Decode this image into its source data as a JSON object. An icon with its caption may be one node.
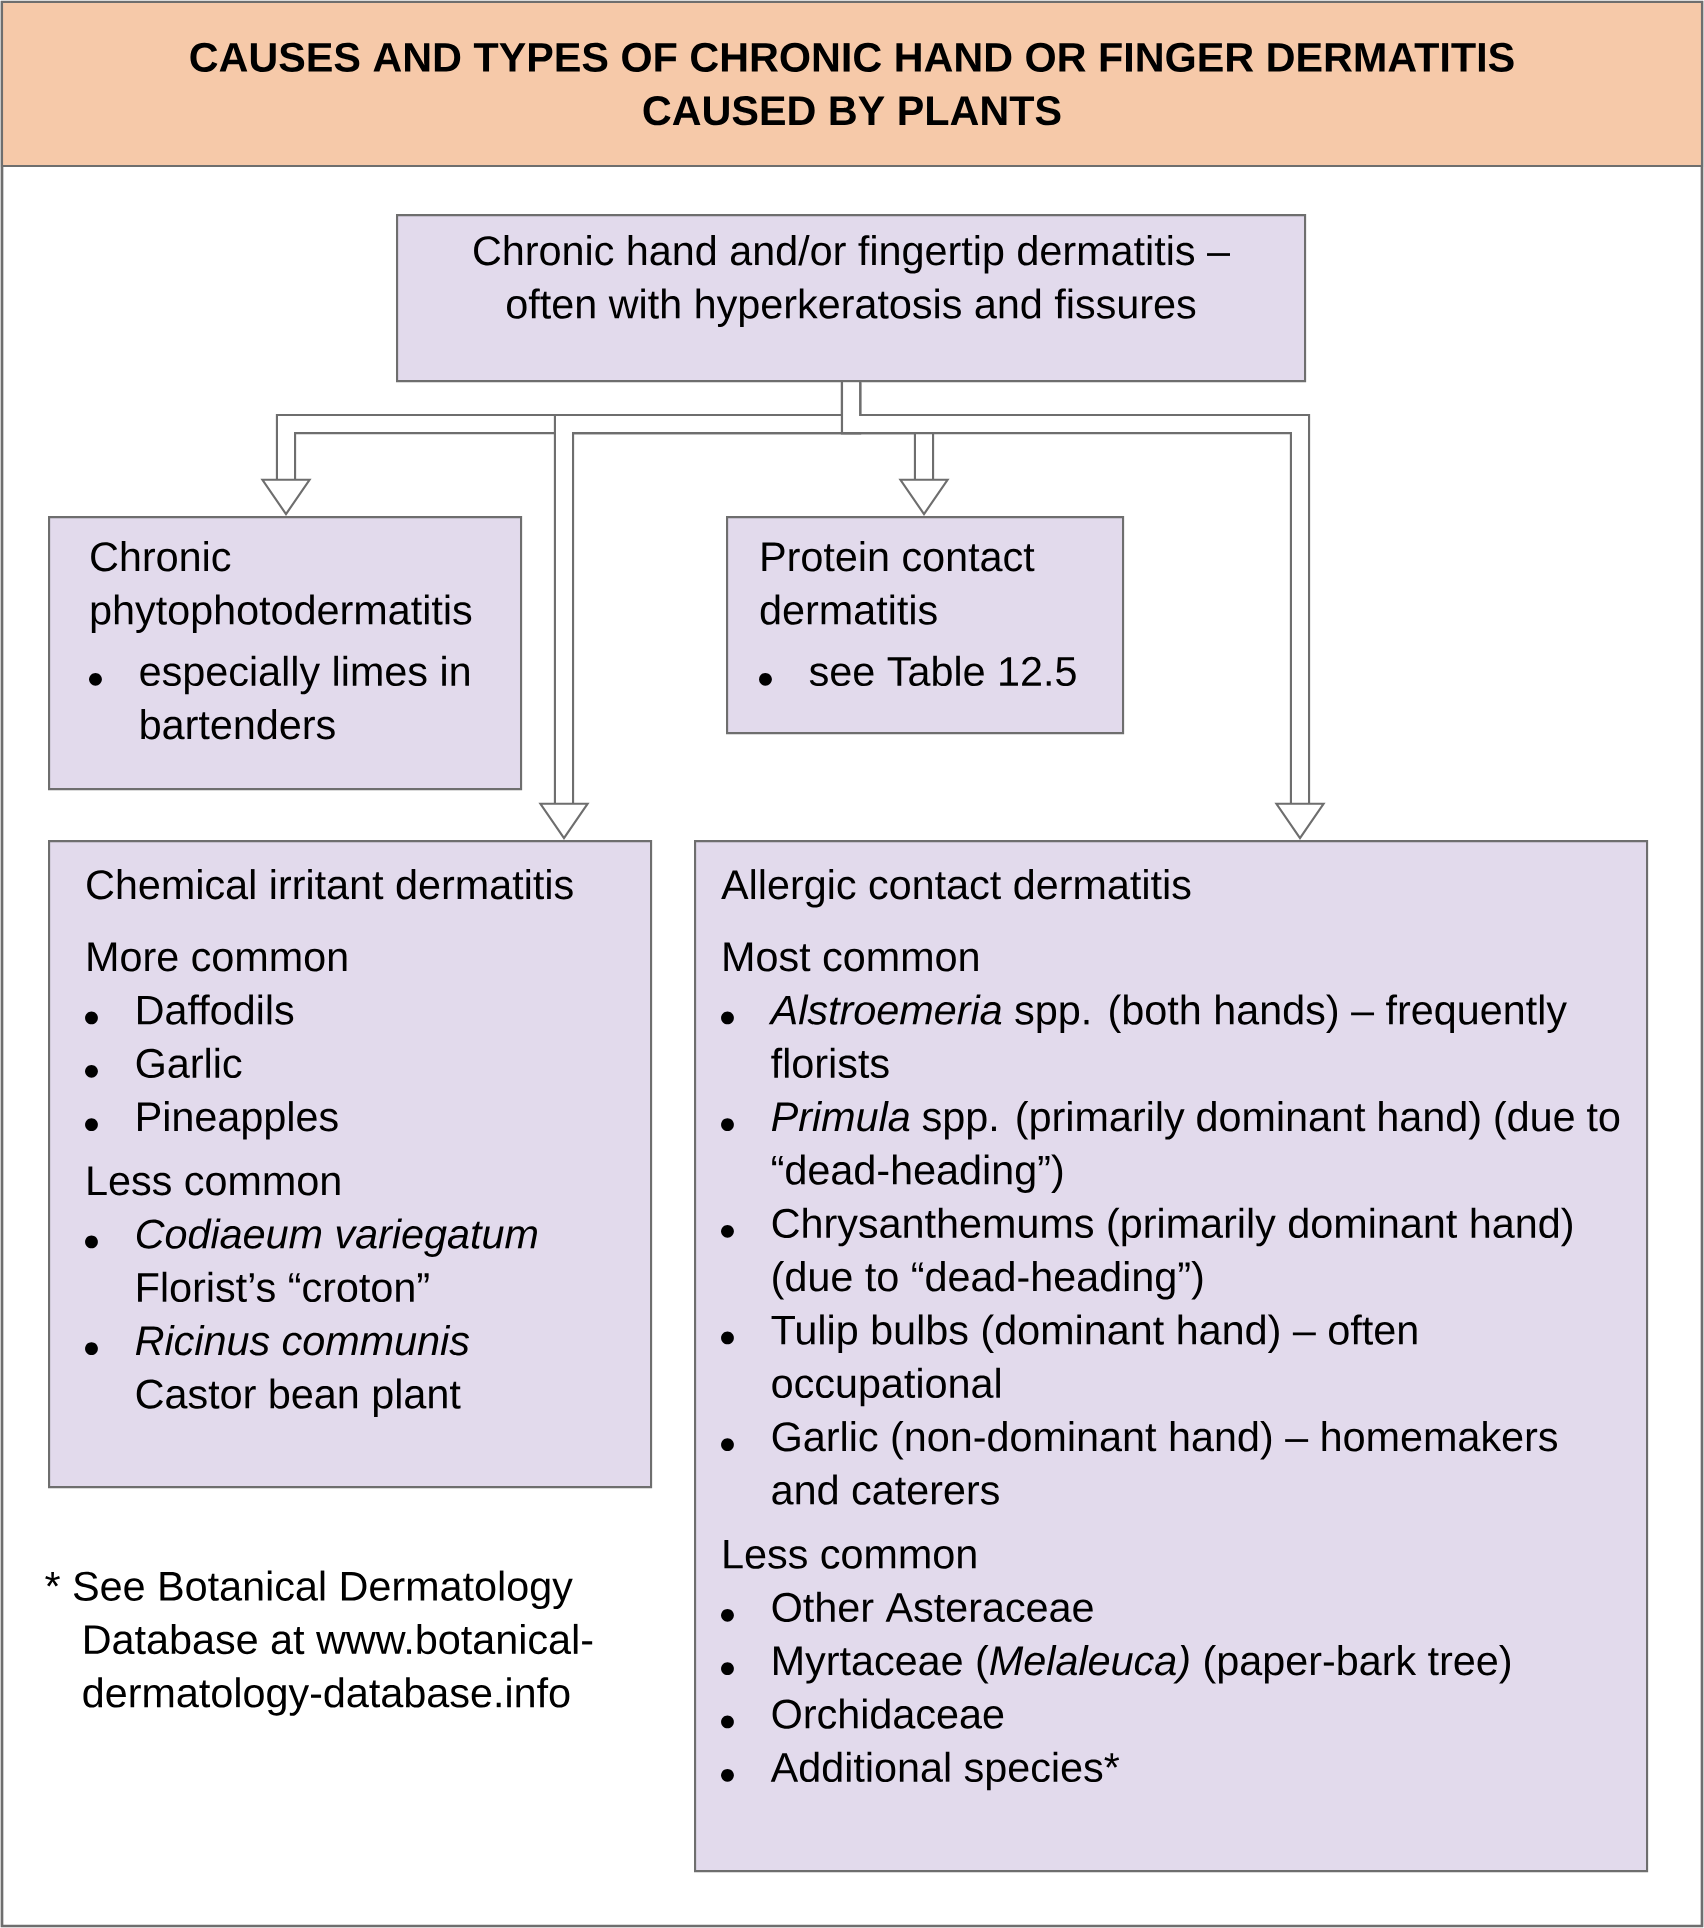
{
  "diagram": {
    "title": "CAUSES AND TYPES OF CHRONIC HAND OR FINGER DERMATITIS CAUSED BY PLANTS",
    "nodes": [
      {
        "text": [
          "Chronic hand and/or fingertip dermatitis – often with hyperkeratosis and fissures"
        ]
      },
      {
        "text": [
          "Chronic phytophotodermatitis",
          "especially limes in bartenders"
        ]
      },
      {
        "text": [
          "Protein contact dermatitis",
          "see Table 12.5"
        ]
      },
      {
        "text": [
          "Chemical irritant dermatitis",
          "More common",
          "Daffodils",
          "Garlic",
          "Pineapples",
          "Less common",
          "Codiaeum variegatum",
          "Florist’s “croton”",
          "Ricinus communis",
          "Castor bean plant"
        ]
      },
      {
        "text": [
          "Allergic contact dermatitis",
          "Most common",
          "*Alstroemeria* spp. (both hands) – frequently florists",
          "*Primula* spp. (primarily dominant hand) (due to “dead-heading”)",
          "Chrysanthemums (primarily dominant hand) (due to “dead-heading”)",
          "Tulip bulbs (dominant hand) – often occupational",
          "Garlic (non-dominant hand) – homemakers and caterers",
          "Less common",
          "Other Asteraceae",
          "Myrtaceae (*Melaleuca)* (paper-bark tree)",
          "Orchidaceae",
          "Additional species*"
        ]
      }
    ],
    "edges": [
      {
        "from": 0,
        "to": 1,
        "arrow": "to"
      },
      {
        "from": 0,
        "to": 3,
        "arrow": "to"
      },
      {
        "from": 0,
        "to": 2,
        "arrow": "to"
      },
      {
        "from": 0,
        "to": 4,
        "arrow": "to"
      }
    ],
    "labels": [
      "* See Botanical Dermatology Database at www.botanical-dermatology-database.info"
    ]
  }
}
